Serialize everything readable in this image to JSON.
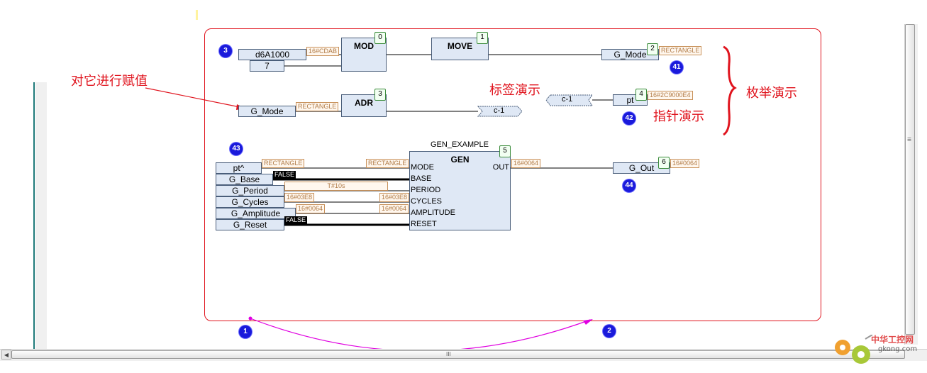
{
  "annotations": {
    "assign_value": "对它进行赋值",
    "label_demo": "标签演示",
    "pointer_demo": "指针演示",
    "enum_demo": "枚举演示"
  },
  "network_numbers": {
    "n1": "1",
    "n2": "2",
    "n3": "3",
    "n41": "41",
    "n42": "42",
    "n43": "43",
    "n44": "44"
  },
  "row1": {
    "input_var": "d6A1000",
    "input_value": "16#CDAB",
    "input_const": "7",
    "mod": {
      "name": "MOD",
      "index": "0"
    },
    "move": {
      "name": "MOVE",
      "index": "1"
    },
    "output_var": "G_Mode",
    "output_index": "2",
    "output_value": "RECTANGLE"
  },
  "row2": {
    "input_var": "G_Mode",
    "input_value": "RECTANGLE",
    "adr": {
      "name": "ADR",
      "index": "3"
    },
    "jump_label": "c-1",
    "label_target": "c-1",
    "output_var": "pt",
    "output_index": "4",
    "output_value": "16#2C9000E4"
  },
  "row3": {
    "instance": "GEN_EXAMPLE",
    "fb_name": "GEN",
    "fb_index": "5",
    "inputs": [
      {
        "var": "pt^",
        "value": "RECTANGLE",
        "pin_value": "RECTANGLE",
        "pin": "MODE"
      },
      {
        "var": "G_Base",
        "value": "FALSE",
        "pin": "BASE"
      },
      {
        "var": "G_Period",
        "value": "T#10s",
        "pin": "PERIOD"
      },
      {
        "var": "G_Cycles",
        "value": "16#03E8",
        "pin_value": "16#03E8",
        "pin": "CYCLES"
      },
      {
        "var": "G_Amplitude",
        "value": "16#0064",
        "pin_value": "16#0064",
        "pin": "AMPLITUDE"
      },
      {
        "var": "G_Reset",
        "value": "FALSE",
        "pin": "RESET"
      }
    ],
    "out_pin": "OUT",
    "out_value": "16#0064",
    "output_var": "G_Out",
    "output_index": "6",
    "output_value": "16#0064"
  },
  "scrollbar": {
    "grip": "III",
    "side_grip": "III"
  },
  "watermark": {
    "brand": "中华工控网",
    "domain": "gkong.com"
  },
  "colors": {
    "frame": "#e0141e",
    "arrow_magenta": "#e000e0",
    "circle_blue": "#1a1adb",
    "block_fill": "#dfe8f5"
  }
}
